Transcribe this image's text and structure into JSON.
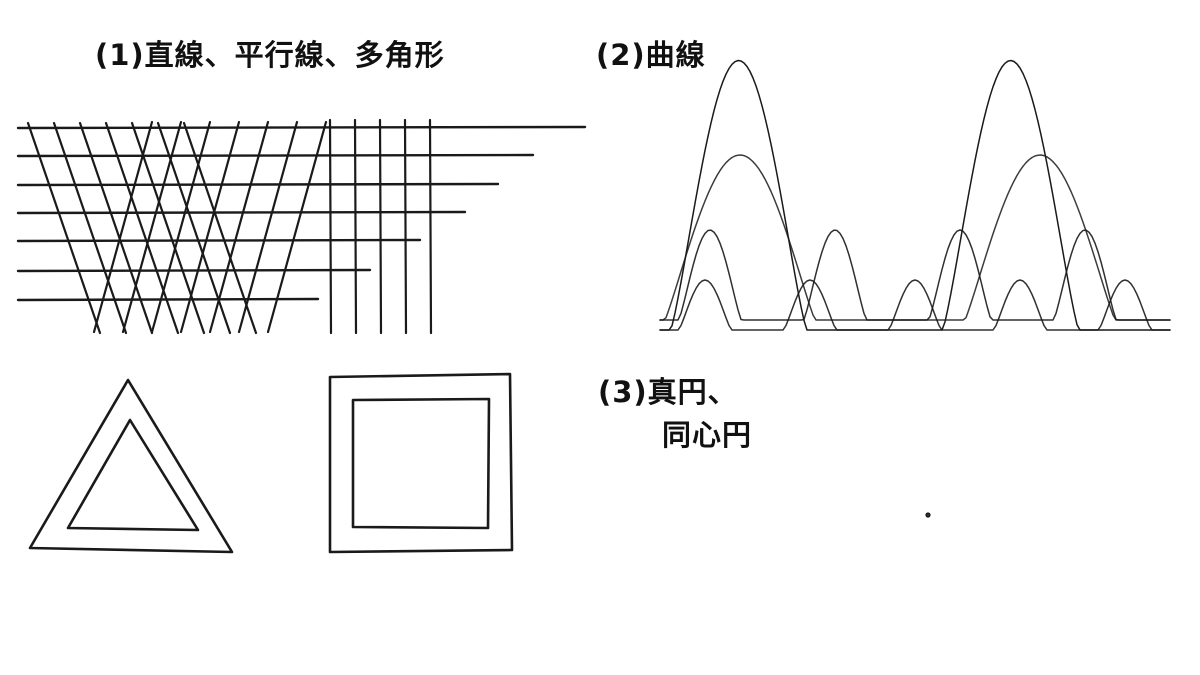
{
  "headings": {
    "section1": "(1)直線、平行線、多角形",
    "section2": "(2)曲線",
    "section3_line1": "(3)真円、",
    "section3_line2": "同心円"
  },
  "colors": {
    "ink": "#1a1a1a",
    "background": "#ffffff"
  }
}
